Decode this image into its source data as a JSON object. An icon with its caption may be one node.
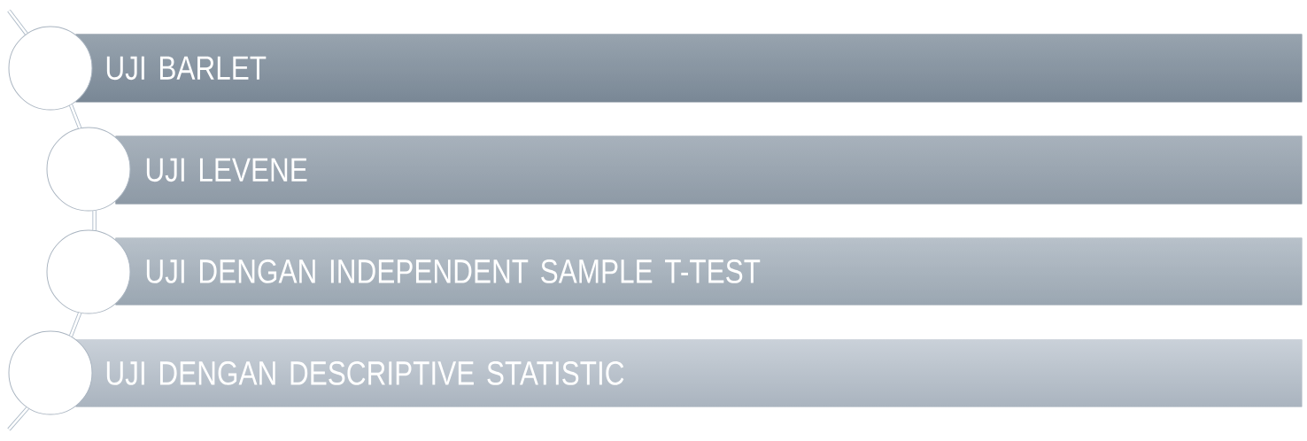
{
  "diagram": {
    "nodes": [
      {
        "text": [],
        "shape": "circle"
      },
      {
        "text": [
          "UJI BARLET"
        ]
      },
      {
        "text": [],
        "shape": "circle"
      },
      {
        "text": [
          "UJI LEVENE"
        ]
      },
      {
        "text": [],
        "shape": "circle"
      },
      {
        "text": [
          "UJI DENGAN INDEPENDENT SAMPLE T-TEST"
        ]
      },
      {
        "text": [],
        "shape": "circle"
      },
      {
        "text": [
          "UJI DENGAN DESCRIPTIVE STATISTIC"
        ]
      }
    ],
    "edges": [
      {
        "from": null,
        "to": 0,
        "arrow": "none"
      },
      {
        "from": 0,
        "to": 2,
        "arrow": "none"
      },
      {
        "from": 2,
        "to": 4,
        "arrow": "none"
      },
      {
        "from": 4,
        "to": 6,
        "arrow": "none"
      },
      {
        "from": 6,
        "to": null,
        "arrow": "none"
      }
    ]
  }
}
